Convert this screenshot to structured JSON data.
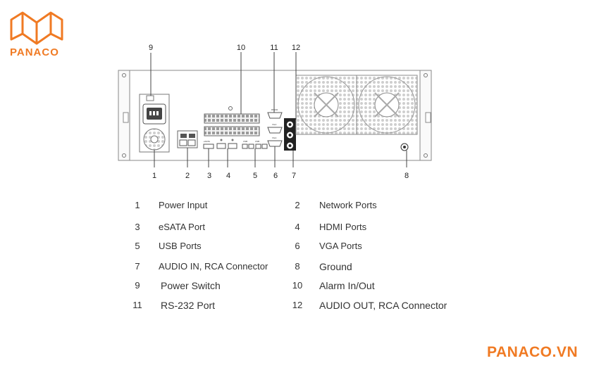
{
  "brand": {
    "logo_text": "PANACO",
    "url": "PANACO.VN",
    "accent": "#f07a23"
  },
  "callouts": [
    "9",
    "10",
    "11",
    "12",
    "1",
    "2",
    "3",
    "4",
    "5",
    "6",
    "7",
    "8"
  ],
  "panel_labels": {
    "esata": "eSATA",
    "hdmi": "HDMI",
    "usb_a": "USB",
    "usb_b": "USB",
    "rs232": "RS232",
    "vga1": "VGA",
    "vga2": "VGA"
  },
  "legend": [
    {
      "num": "1",
      "label": "Power Input"
    },
    {
      "num": "2",
      "label": "Network Ports"
    },
    {
      "num": "3",
      "label": "eSATA Port"
    },
    {
      "num": "4",
      "label": "HDMI Ports"
    },
    {
      "num": "5",
      "label": "USB Ports"
    },
    {
      "num": "6",
      "label": "VGA Ports"
    },
    {
      "num": "7",
      "label": "AUDIO IN, RCA Connector"
    },
    {
      "num": "8",
      "label": "Ground"
    },
    {
      "num": "9",
      "label": "Power Switch"
    },
    {
      "num": "10",
      "label": "Alarm In/Out"
    },
    {
      "num": "11",
      "label": "RS-232 Port"
    },
    {
      "num": "12",
      "label": "AUDIO OUT, RCA Connector"
    }
  ]
}
